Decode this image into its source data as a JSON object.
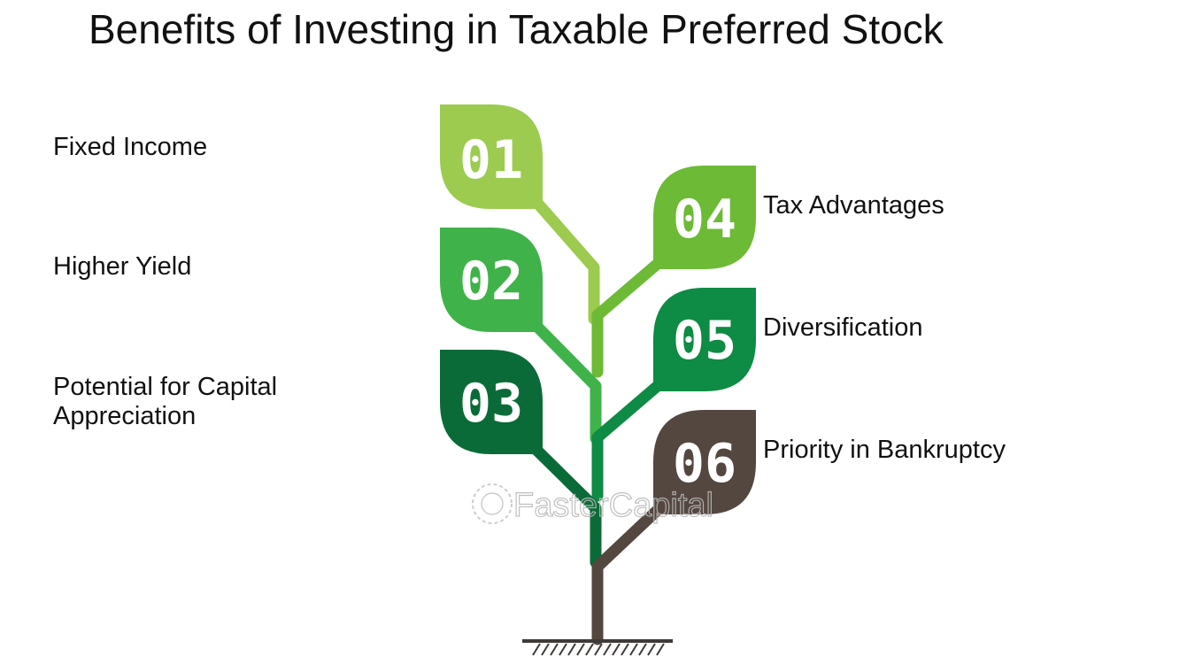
{
  "title": "Benefits of Investing in Taxable Preferred Stock",
  "watermark": "FasterCapital",
  "colors": {
    "leaf_01": "#9ccb4f",
    "leaf_02": "#3fb34a",
    "leaf_03": "#0b6b38",
    "leaf_04": "#6cba35",
    "leaf_05": "#0e8b44",
    "leaf_06": "#54473f",
    "trunk": "#54473f",
    "ground": "#3d3a38"
  },
  "items": [
    {
      "number": "01",
      "label": "Fixed Income",
      "side": "left"
    },
    {
      "number": "02",
      "label": "Higher Yield",
      "side": "left"
    },
    {
      "number": "03",
      "label": "Potential for Capital Appreciation",
      "side": "left"
    },
    {
      "number": "04",
      "label": "Tax Advantages",
      "side": "right"
    },
    {
      "number": "05",
      "label": "Diversification",
      "side": "right"
    },
    {
      "number": "06",
      "label": "Priority in Bankruptcy",
      "side": "right"
    }
  ]
}
